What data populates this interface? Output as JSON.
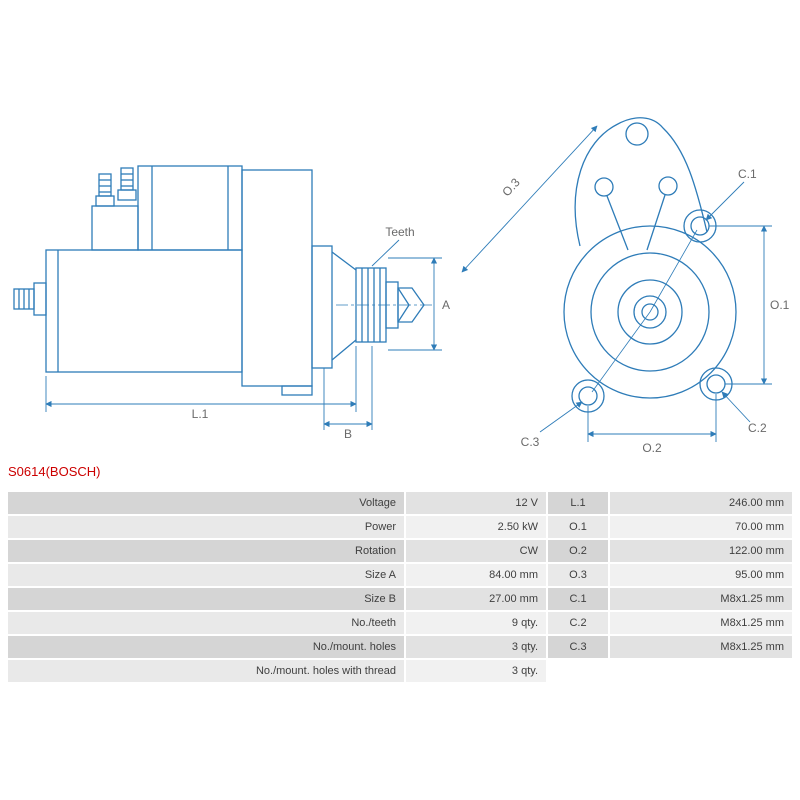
{
  "title": "S0614(BOSCH)",
  "colors": {
    "line": "#2e7cb8",
    "title": "#cc0000",
    "dim_text": "#6a6a6a",
    "table_text": "#3f3f3f"
  },
  "diagram": {
    "labels": {
      "teeth": "Teeth",
      "a": "A",
      "b": "B",
      "l1": "L.1",
      "o1": "O.1",
      "o2": "O.2",
      "o3": "O.3",
      "c1": "C.1",
      "c2": "C.2",
      "c3": "C.3"
    }
  },
  "table": {
    "rows": [
      {
        "label": "Voltage",
        "value": "12 V",
        "dim": "L.1",
        "dim_value": "246.00 mm"
      },
      {
        "label": "Power",
        "value": "2.50 kW",
        "dim": "O.1",
        "dim_value": "70.00 mm"
      },
      {
        "label": "Rotation",
        "value": "CW",
        "dim": "O.2",
        "dim_value": "122.00 mm"
      },
      {
        "label": "Size A",
        "value": "84.00 mm",
        "dim": "O.3",
        "dim_value": "95.00 mm"
      },
      {
        "label": "Size B",
        "value": "27.00 mm",
        "dim": "C.1",
        "dim_value": "M8x1.25 mm"
      },
      {
        "label": "No./teeth",
        "value": "9 qty.",
        "dim": "C.2",
        "dim_value": "M8x1.25 mm"
      },
      {
        "label": "No./mount. holes",
        "value": "3 qty.",
        "dim": "C.3",
        "dim_value": "M8x1.25 mm"
      },
      {
        "label": "No./mount. holes with thread",
        "value": "3 qty.",
        "dim": "",
        "dim_value": ""
      }
    ]
  }
}
